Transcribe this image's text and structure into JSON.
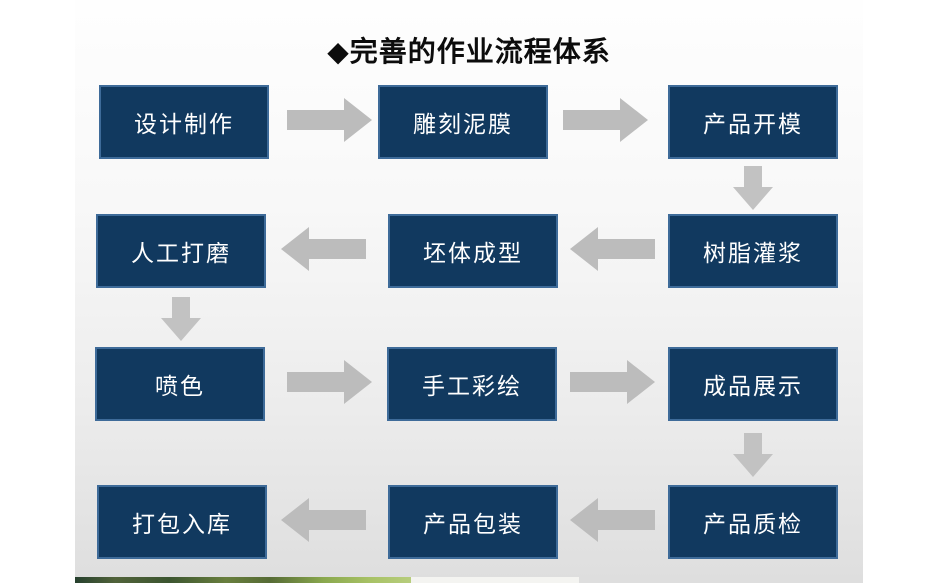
{
  "title": {
    "text": "◆完善的作业流程体系"
  },
  "flow": {
    "rows": [
      {
        "direction": "right",
        "steps": [
          "设计制作",
          "雕刻泥膜",
          "产品开模"
        ]
      },
      {
        "direction": "left",
        "steps": [
          "人工打磨",
          "坯体成型",
          "树脂灌浆"
        ]
      },
      {
        "direction": "right",
        "steps": [
          "喷色",
          "手工彩绘",
          "成品展示"
        ]
      },
      {
        "direction": "left",
        "steps": [
          "打包入库",
          "产品包装",
          "产品质检"
        ]
      }
    ],
    "vertical_connectors": [
      {
        "from": "产品开模",
        "to": "树脂灌浆"
      },
      {
        "from": "人工打磨",
        "to": "喷色"
      },
      {
        "from": "成品展示",
        "to": "产品质检"
      }
    ]
  },
  "colors": {
    "box_fill": "#11395f",
    "box_border": "#3e6b99",
    "box_text": "#ffffff",
    "arrow": "#bcbcbc",
    "title_text": "#0c0c0c",
    "slide_bg_top": "#fefefe",
    "slide_bg_bottom": "#dedede",
    "page_margin": "#ffffff"
  }
}
